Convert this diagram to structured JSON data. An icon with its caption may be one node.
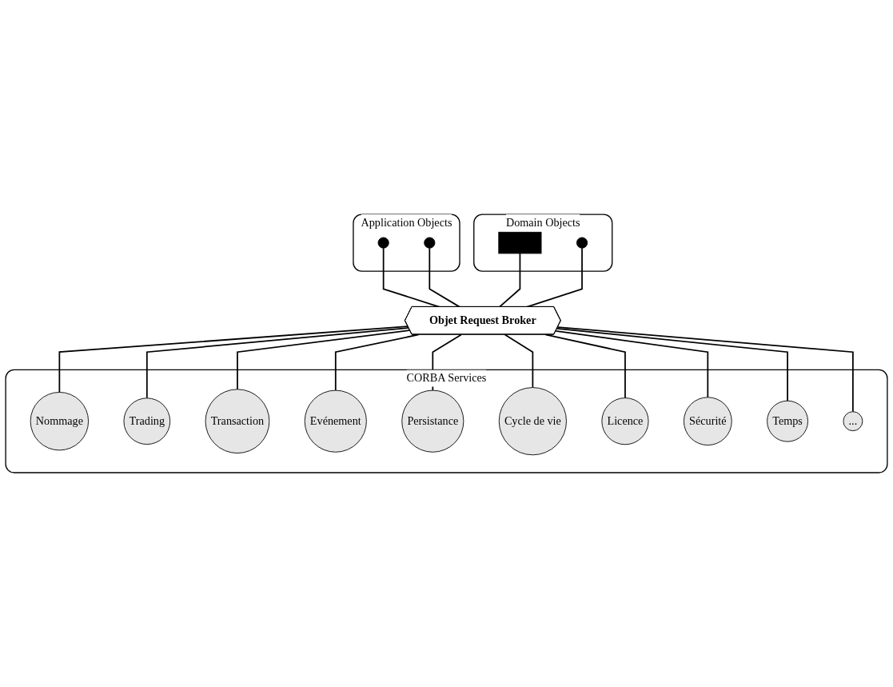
{
  "diagram": {
    "nodes": [
      {
        "text": [
          "Application Objects"
        ]
      },
      {
        "text": [],
        "shape": "circle",
        "in": 0
      },
      {
        "text": [],
        "shape": "circle",
        "in": 0
      },
      {
        "text": [
          "Domain Objects"
        ]
      },
      {
        "text": [],
        "shape": "box",
        "in": 3
      },
      {
        "text": [],
        "shape": "circle",
        "in": 3
      },
      {
        "text": [
          "Objet Request Broker"
        ]
      },
      {
        "text": [
          "CORBA Services"
        ]
      },
      {
        "text": [
          "Nommage"
        ],
        "in": 7
      },
      {
        "text": [
          "Trading"
        ],
        "in": 7
      },
      {
        "text": [
          "Transaction"
        ],
        "in": 7
      },
      {
        "text": [
          "Evénement"
        ],
        "in": 7
      },
      {
        "text": [
          "Persistance"
        ],
        "in": 7
      },
      {
        "text": [
          "Cycle de vie"
        ],
        "in": 7
      },
      {
        "text": [
          "Licence"
        ],
        "in": 7
      },
      {
        "text": [
          "Sécurité"
        ],
        "in": 7
      },
      {
        "text": [
          "Temps"
        ],
        "in": 7
      },
      {
        "text": [
          "..."
        ],
        "in": 7
      }
    ],
    "edges": [
      {
        "from": 1,
        "to": 6,
        "arrow": "none"
      },
      {
        "from": 2,
        "to": 6,
        "arrow": "none"
      },
      {
        "from": 4,
        "to": 6,
        "arrow": "none"
      },
      {
        "from": 5,
        "to": 6,
        "arrow": "none"
      },
      {
        "from": 6,
        "to": 8,
        "arrow": "none"
      },
      {
        "from": 6,
        "to": 13,
        "arrow": "none"
      },
      {
        "from": 6,
        "to": 9,
        "arrow": "none"
      },
      {
        "from": 6,
        "to": 14,
        "arrow": "none"
      },
      {
        "from": 6,
        "to": 10,
        "arrow": "none"
      },
      {
        "from": 6,
        "to": 15,
        "arrow": "none"
      },
      {
        "from": 6,
        "to": 11,
        "arrow": "none"
      },
      {
        "from": 6,
        "to": 16,
        "arrow": "none"
      },
      {
        "from": 6,
        "to": 12,
        "arrow": "none"
      },
      {
        "from": 6,
        "to": 17,
        "arrow": "none"
      }
    ]
  }
}
